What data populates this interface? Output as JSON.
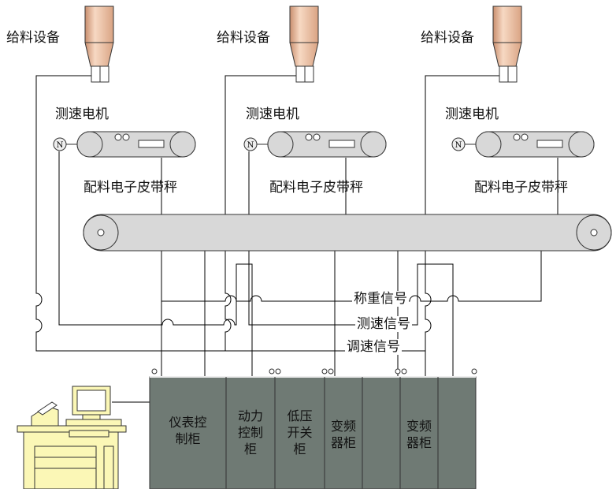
{
  "feeders": [
    {
      "feed_label": "给料设备",
      "motor_label": "测速电机",
      "scale_label": "配料电子皮带秤"
    },
    {
      "feed_label": "给料设备",
      "motor_label": "测速电机",
      "scale_label": "配料电子皮带秤"
    },
    {
      "feed_label": "给料设备",
      "motor_label": "测速电机",
      "scale_label": "配料电子皮带秤"
    }
  ],
  "motor_symbol": "N",
  "signals": {
    "weighing": "称重信号",
    "speed_measure": "测速信号",
    "speed_control": "调速信号"
  },
  "cabinets": [
    {
      "label": "仪表控\n制柜"
    },
    {
      "label": "动力\n控制\n柜"
    },
    {
      "label": "低压\n开关\n柜"
    },
    {
      "label": "变频\n器柜"
    },
    {
      "label": ""
    },
    {
      "label": "变频\n器柜"
    },
    {
      "label": ""
    }
  ],
  "colors": {
    "hopper": "#f3cdb0",
    "belt": "#d8d8d8",
    "cabinet": "#6f7a74",
    "computer": "#fbf7b6"
  }
}
